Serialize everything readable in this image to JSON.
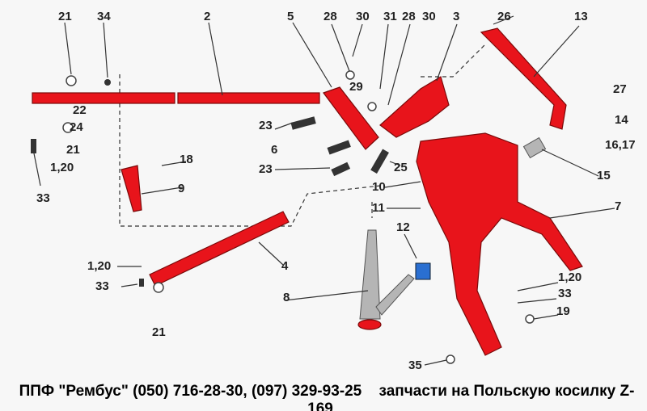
{
  "diagram": {
    "labels": [
      "21",
      "34",
      "2",
      "5",
      "28",
      "30",
      "31",
      "28",
      "30",
      "3",
      "26",
      "13",
      "27",
      "14",
      "16,17",
      "15",
      "7",
      "22",
      "24",
      "21",
      "1,20",
      "33",
      "18",
      "9",
      "23",
      "6",
      "23",
      "25",
      "10",
      "11",
      "12",
      "4",
      "1,20",
      "33",
      "8",
      "21",
      "1,20",
      "33",
      "19",
      "35",
      "29"
    ]
  },
  "footer": {
    "company": "ППФ \"Рембус\" (050) 716-28-30, (097) 329-93-25",
    "subject": "запчасти на Польскую косилку Z-169"
  },
  "colors": {
    "part": "#e8141b",
    "pin": "#b5b5b5"
  }
}
